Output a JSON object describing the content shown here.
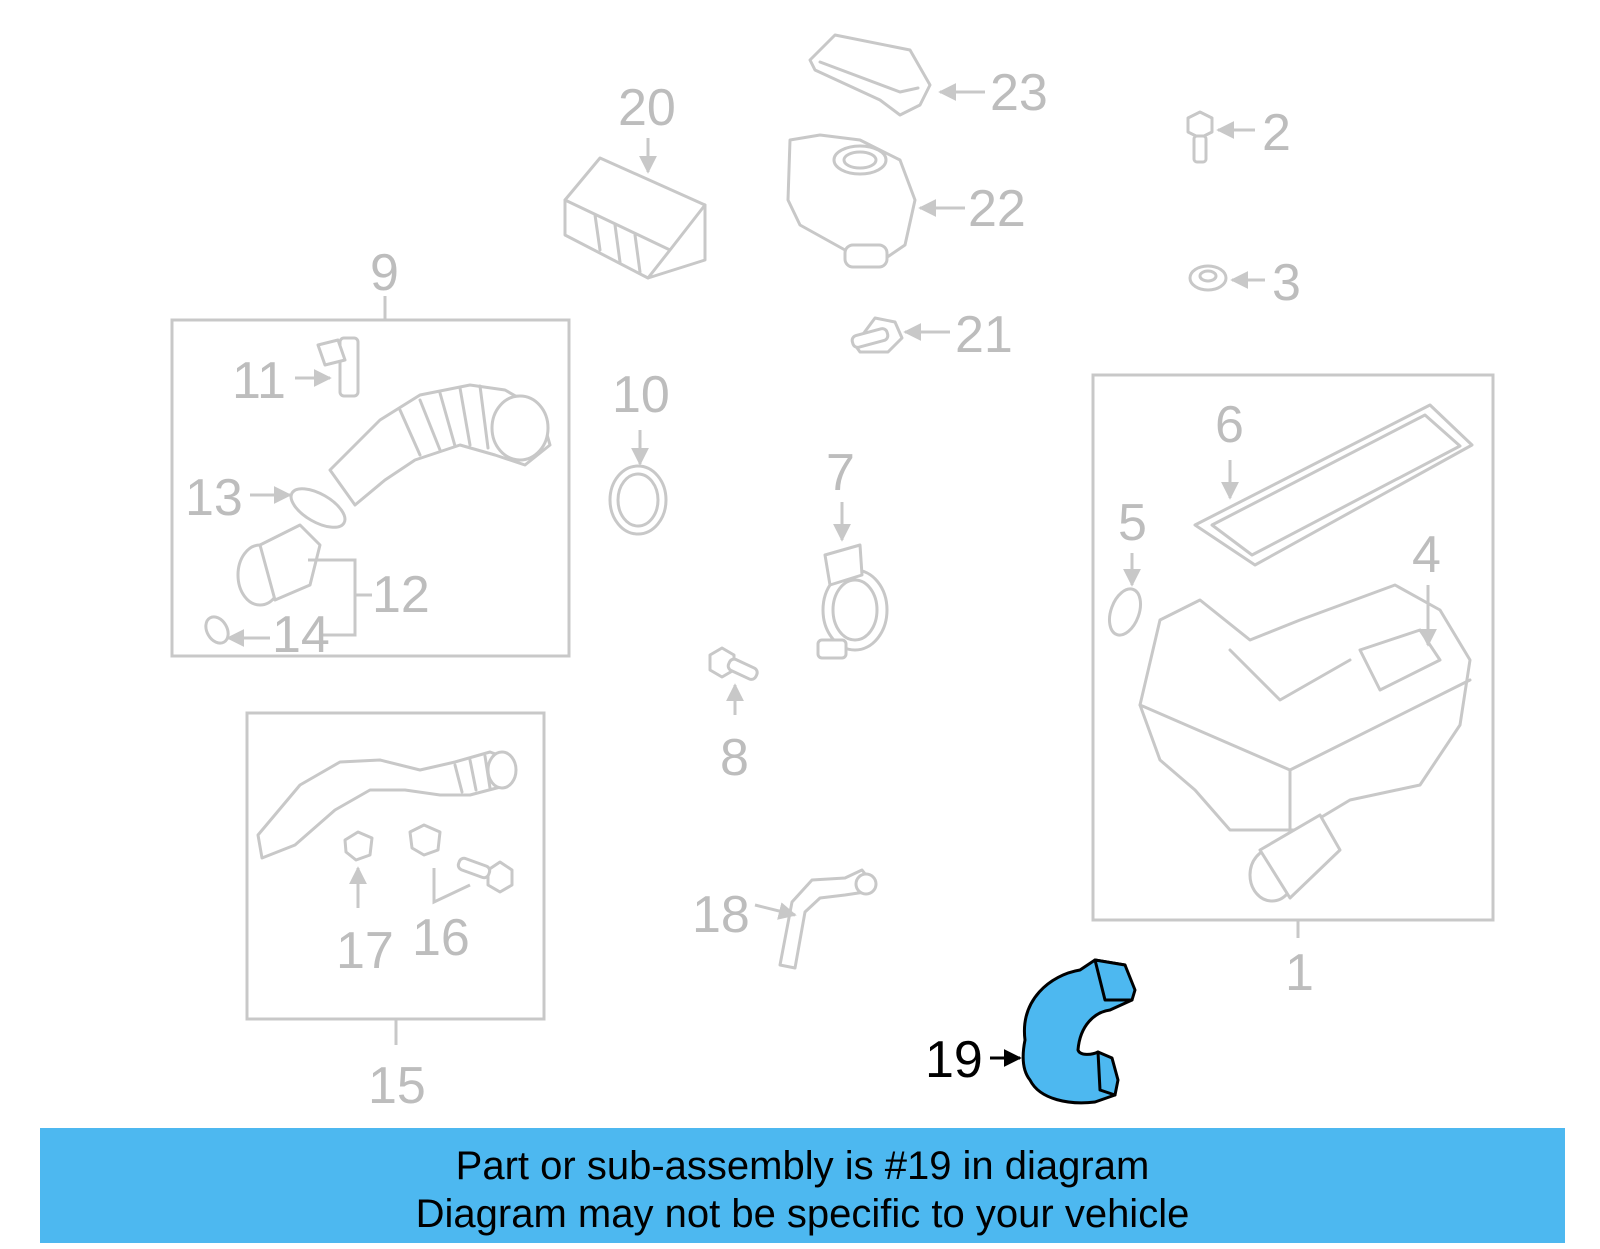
{
  "callouts": {
    "c1": "1",
    "c2": "2",
    "c3": "3",
    "c4": "4",
    "c5": "5",
    "c6": "6",
    "c7": "7",
    "c8": "8",
    "c9": "9",
    "c10": "10",
    "c11": "11",
    "c12": "12",
    "c13": "13",
    "c14": "14",
    "c15": "15",
    "c16": "16",
    "c17": "17",
    "c18": "18",
    "c19": "19",
    "c20": "20",
    "c21": "21",
    "c22": "22",
    "c23": "23"
  },
  "highlighted_part": "19",
  "colors": {
    "highlight": "#4db8f0",
    "banner": "#4db8f0",
    "line_gray": "#c8c8c8",
    "label_gray": "#bdbdbd"
  },
  "banner": {
    "line1": "Part or sub-assembly is #19 in diagram",
    "line2": "Diagram may not be specific to your vehicle"
  }
}
